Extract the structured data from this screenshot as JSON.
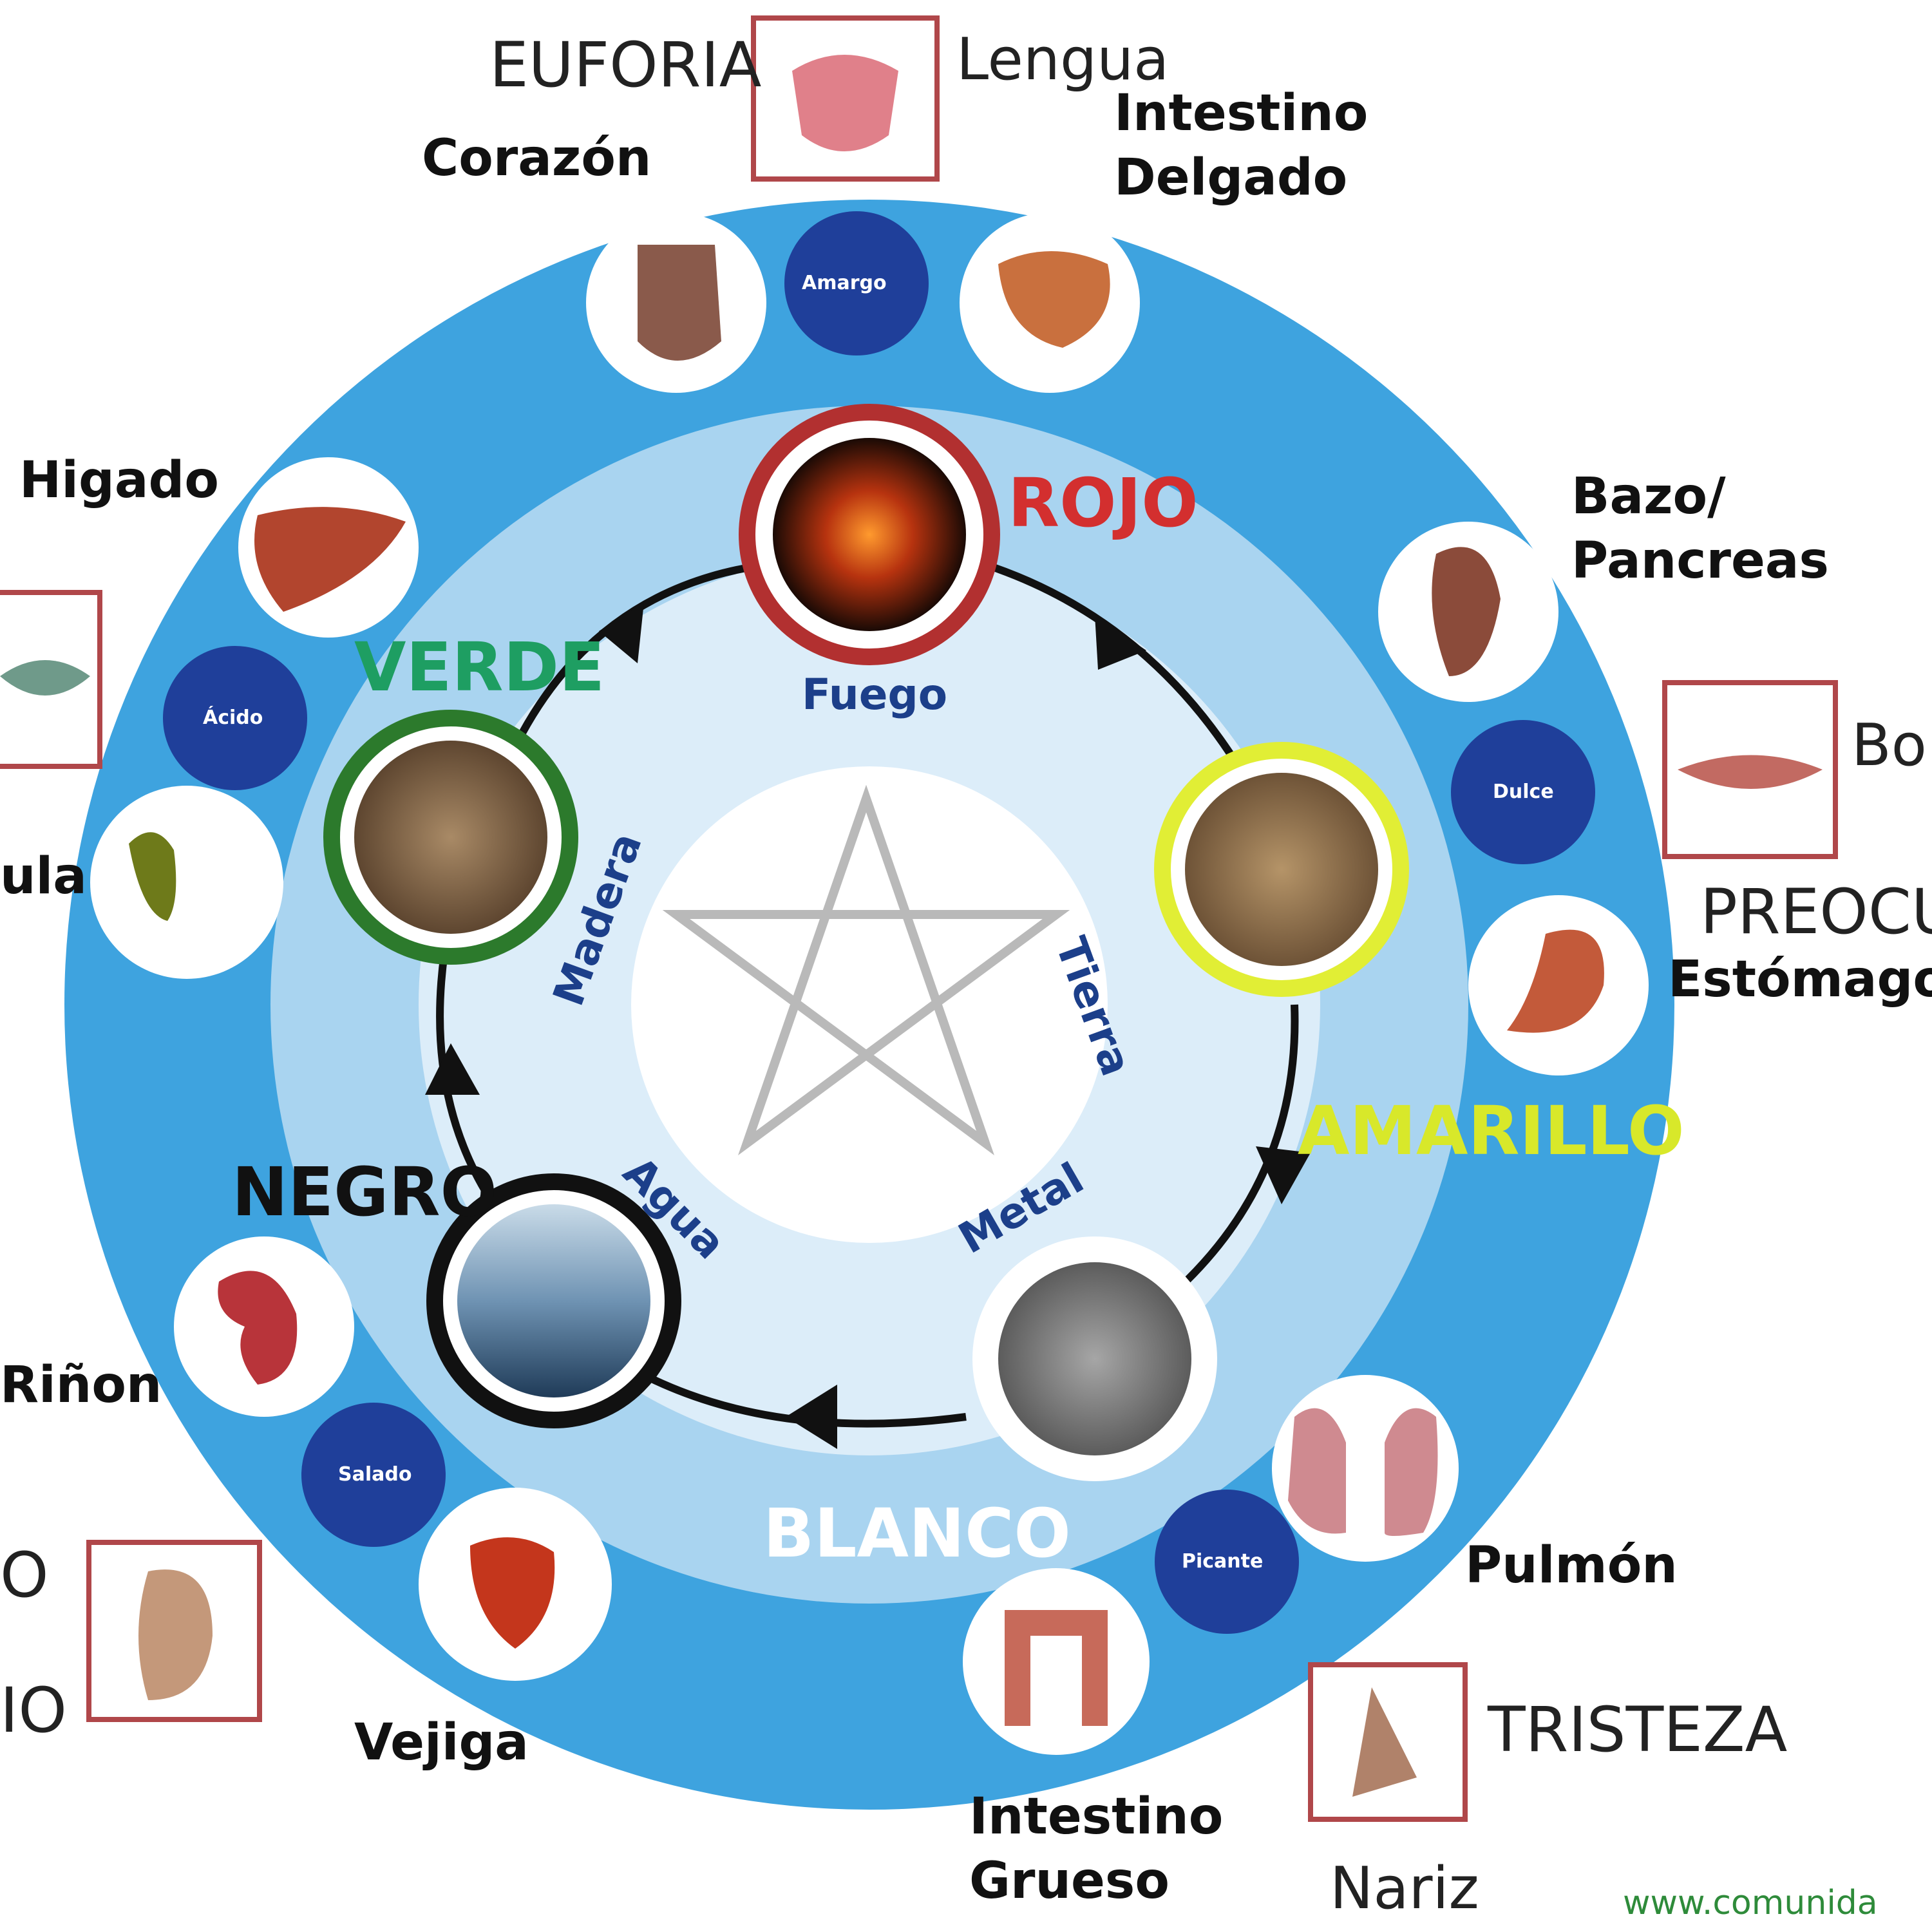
{
  "colors": {
    "outer_ring": "#3ea3df",
    "mid_ring": "#a9d4f0",
    "inner_disc": "#dcedf9",
    "taste_circle": "#1f3f9a",
    "rojo": "#d32f2f",
    "verde": "#1e9e62",
    "amarillo": "#d8e82a",
    "blanco": "#ffffff",
    "negro": "#111111"
  },
  "elements": {
    "fuego": "Fuego",
    "tierra": "Tierra",
    "metal": "Metal",
    "agua": "Agua",
    "madera": "Madera"
  },
  "element_colors": {
    "rojo": "ROJO",
    "verde": "VERDE",
    "amarillo": "AMARILLO",
    "blanco": "BLANCO",
    "negro": "NEGRO"
  },
  "tastes": {
    "amargo": "Amargo",
    "acido": "Ácido",
    "dulce": "Dulce",
    "picante": "Picante",
    "salado": "Salado"
  },
  "organs": {
    "corazon": "Corazón",
    "intestino_delgado": [
      "Intestino",
      "Delgado"
    ],
    "higado": "Higado",
    "vesicula_partial": "ula",
    "bazo": [
      "Bazo/",
      "Pancreas"
    ],
    "estomago": "Estómago",
    "pulmon": "Pulmón",
    "intestino_grueso": [
      "Intestino",
      "Grueso"
    ],
    "rinon_partial": "Riñon",
    "vejiga": "Vejiga"
  },
  "emotions": {
    "euforia": "EUFORIA",
    "preocupacion_partial": "PREOCU",
    "tristeza": "TRISTEZA",
    "left_partial_1": "O",
    "left_partial_2": "IO"
  },
  "senses": {
    "lengua": "Lengua",
    "boca_partial": "Bo",
    "nariz": "Nariz"
  },
  "watermark": "www.comunida"
}
